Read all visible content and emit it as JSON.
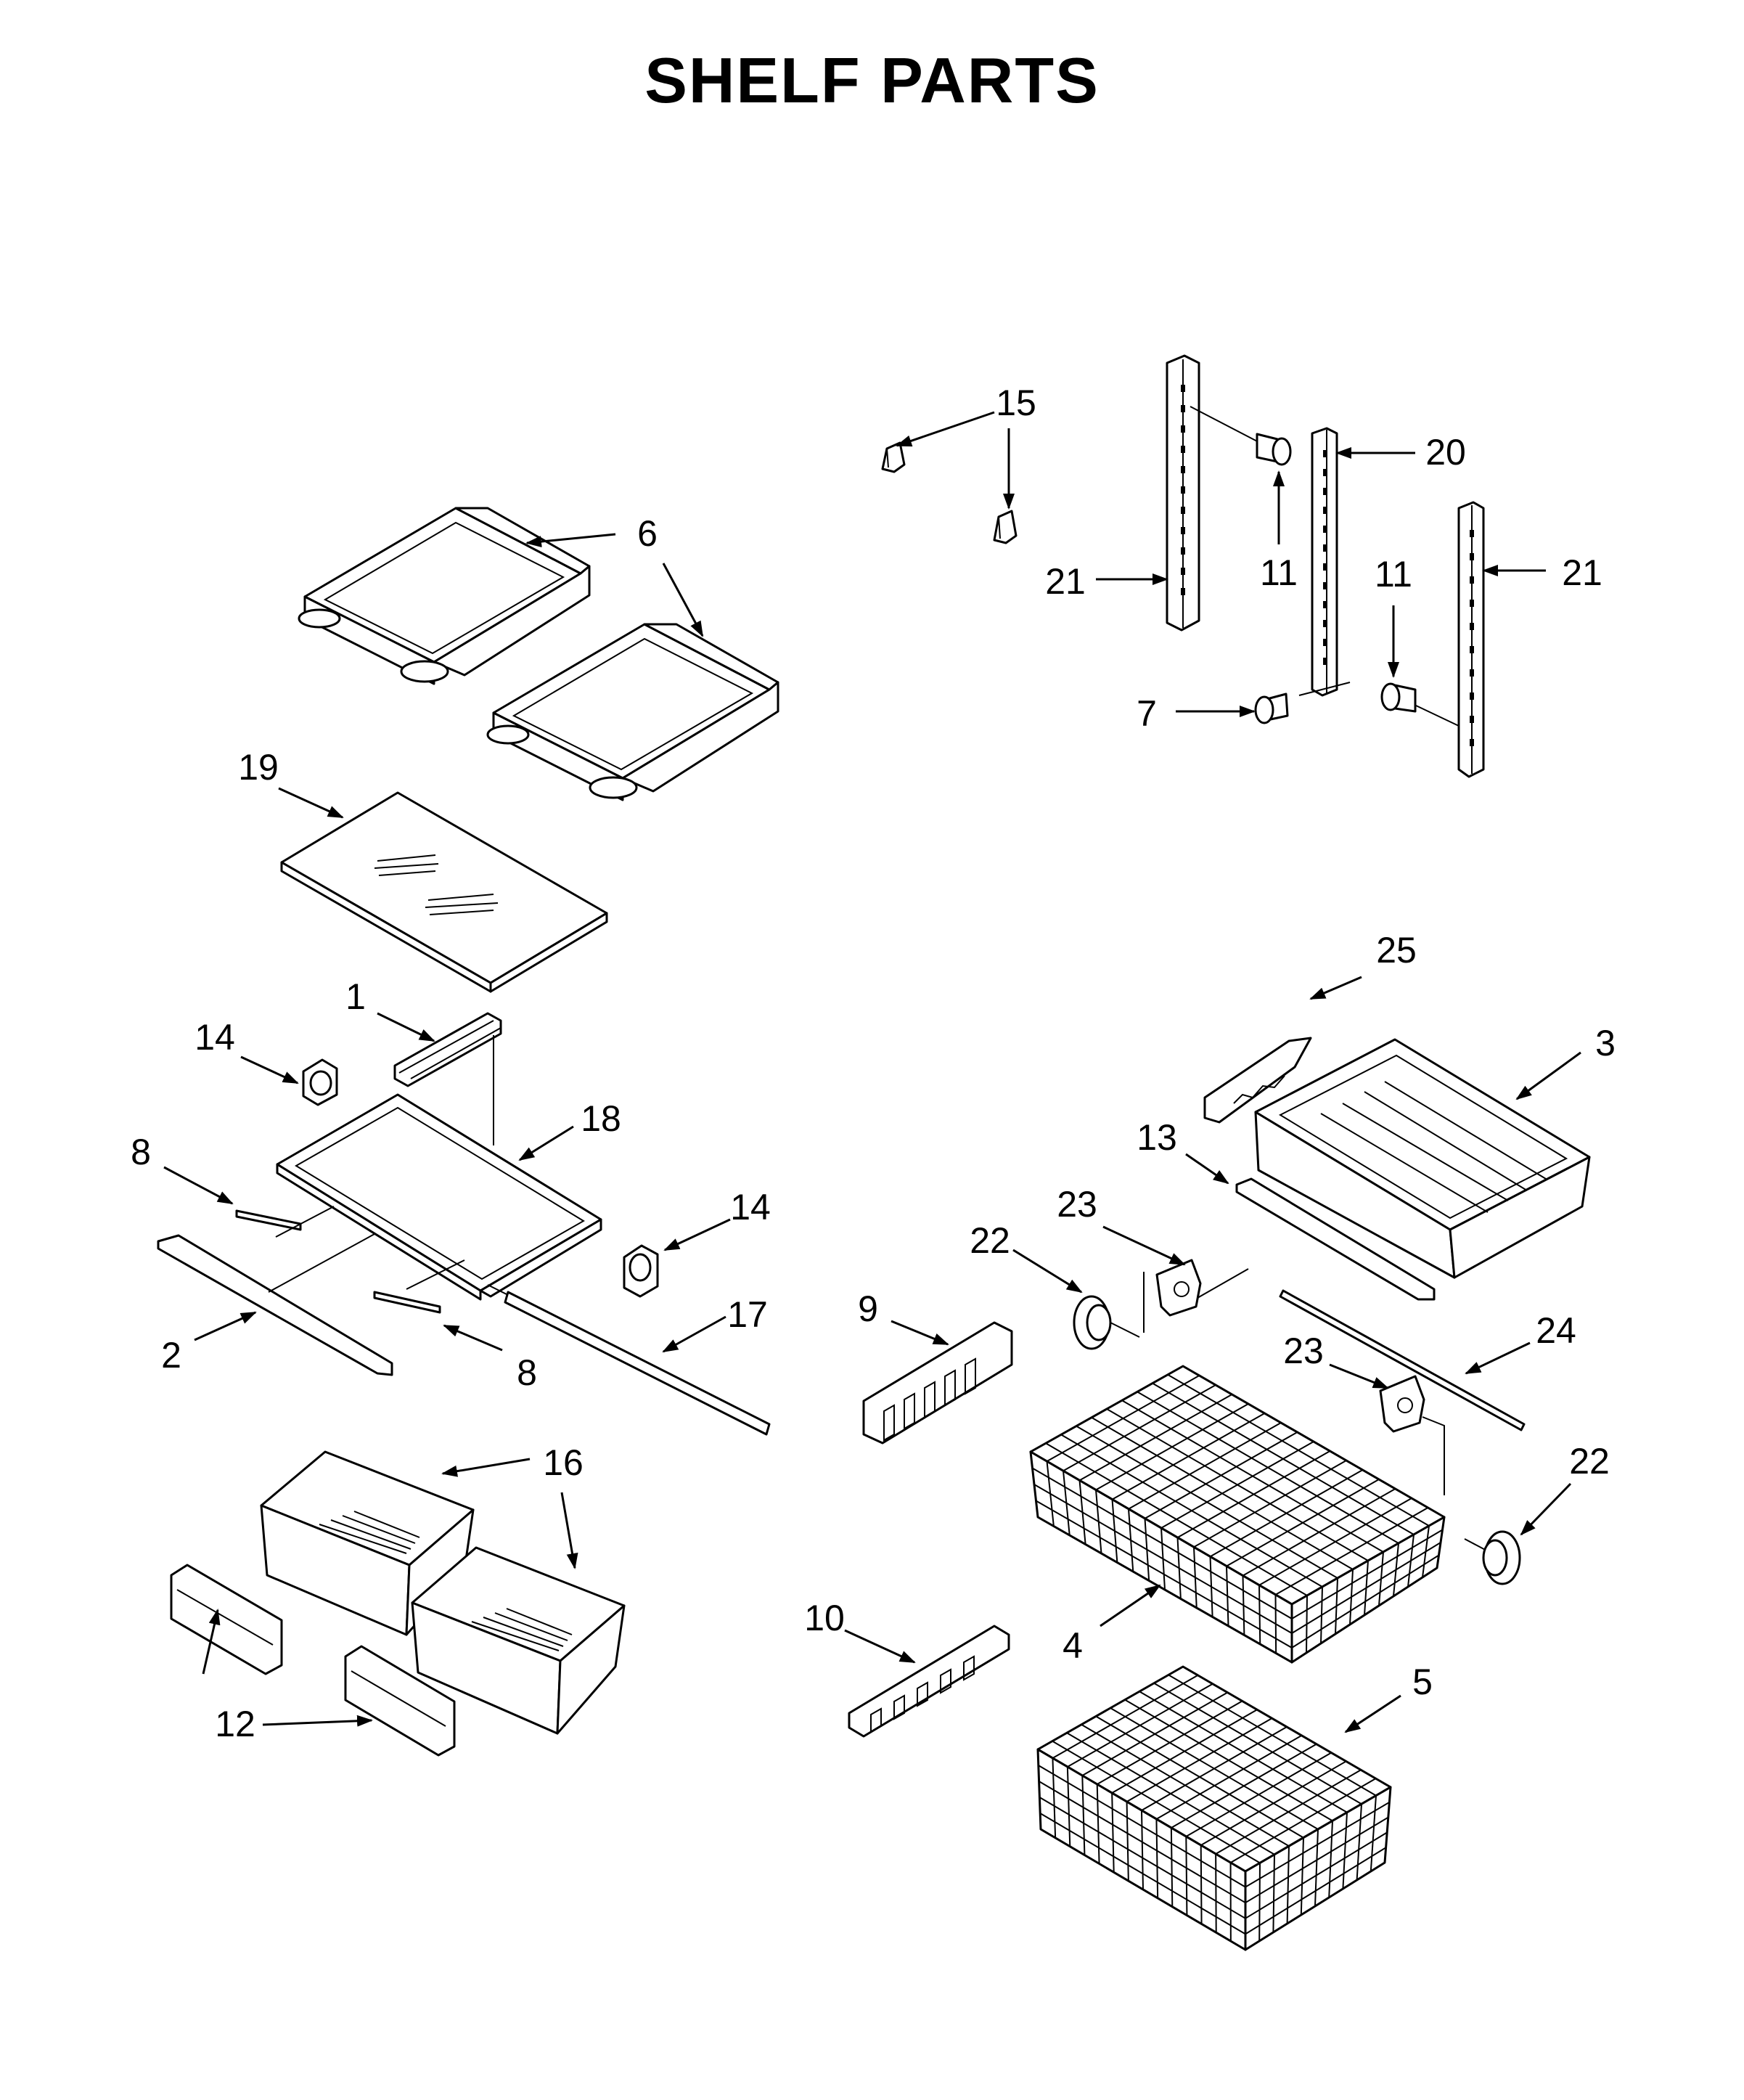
{
  "title": "SHELF PARTS",
  "callouts": [
    {
      "id": "c15",
      "label": "15"
    },
    {
      "id": "c20",
      "label": "20"
    },
    {
      "id": "c21a",
      "label": "21"
    },
    {
      "id": "c11a",
      "label": "11"
    },
    {
      "id": "c11b",
      "label": "11"
    },
    {
      "id": "c21b",
      "label": "21"
    },
    {
      "id": "c7",
      "label": "7"
    },
    {
      "id": "c6",
      "label": "6"
    },
    {
      "id": "c19",
      "label": "19"
    },
    {
      "id": "c1",
      "label": "1"
    },
    {
      "id": "c14a",
      "label": "14"
    },
    {
      "id": "c18",
      "label": "18"
    },
    {
      "id": "c8a",
      "label": "8"
    },
    {
      "id": "c14b",
      "label": "14"
    },
    {
      "id": "c17",
      "label": "17"
    },
    {
      "id": "c2",
      "label": "2"
    },
    {
      "id": "c8b",
      "label": "8"
    },
    {
      "id": "c16",
      "label": "16"
    },
    {
      "id": "c12",
      "label": "12"
    },
    {
      "id": "c25",
      "label": "25"
    },
    {
      "id": "c3",
      "label": "3"
    },
    {
      "id": "c13",
      "label": "13"
    },
    {
      "id": "c23a",
      "label": "23"
    },
    {
      "id": "c22a",
      "label": "22"
    },
    {
      "id": "c9",
      "label": "9"
    },
    {
      "id": "c24",
      "label": "24"
    },
    {
      "id": "c23b",
      "label": "23"
    },
    {
      "id": "c22b",
      "label": "22"
    },
    {
      "id": "c10",
      "label": "10"
    },
    {
      "id": "c4",
      "label": "4"
    },
    {
      "id": "c5",
      "label": "5"
    }
  ]
}
